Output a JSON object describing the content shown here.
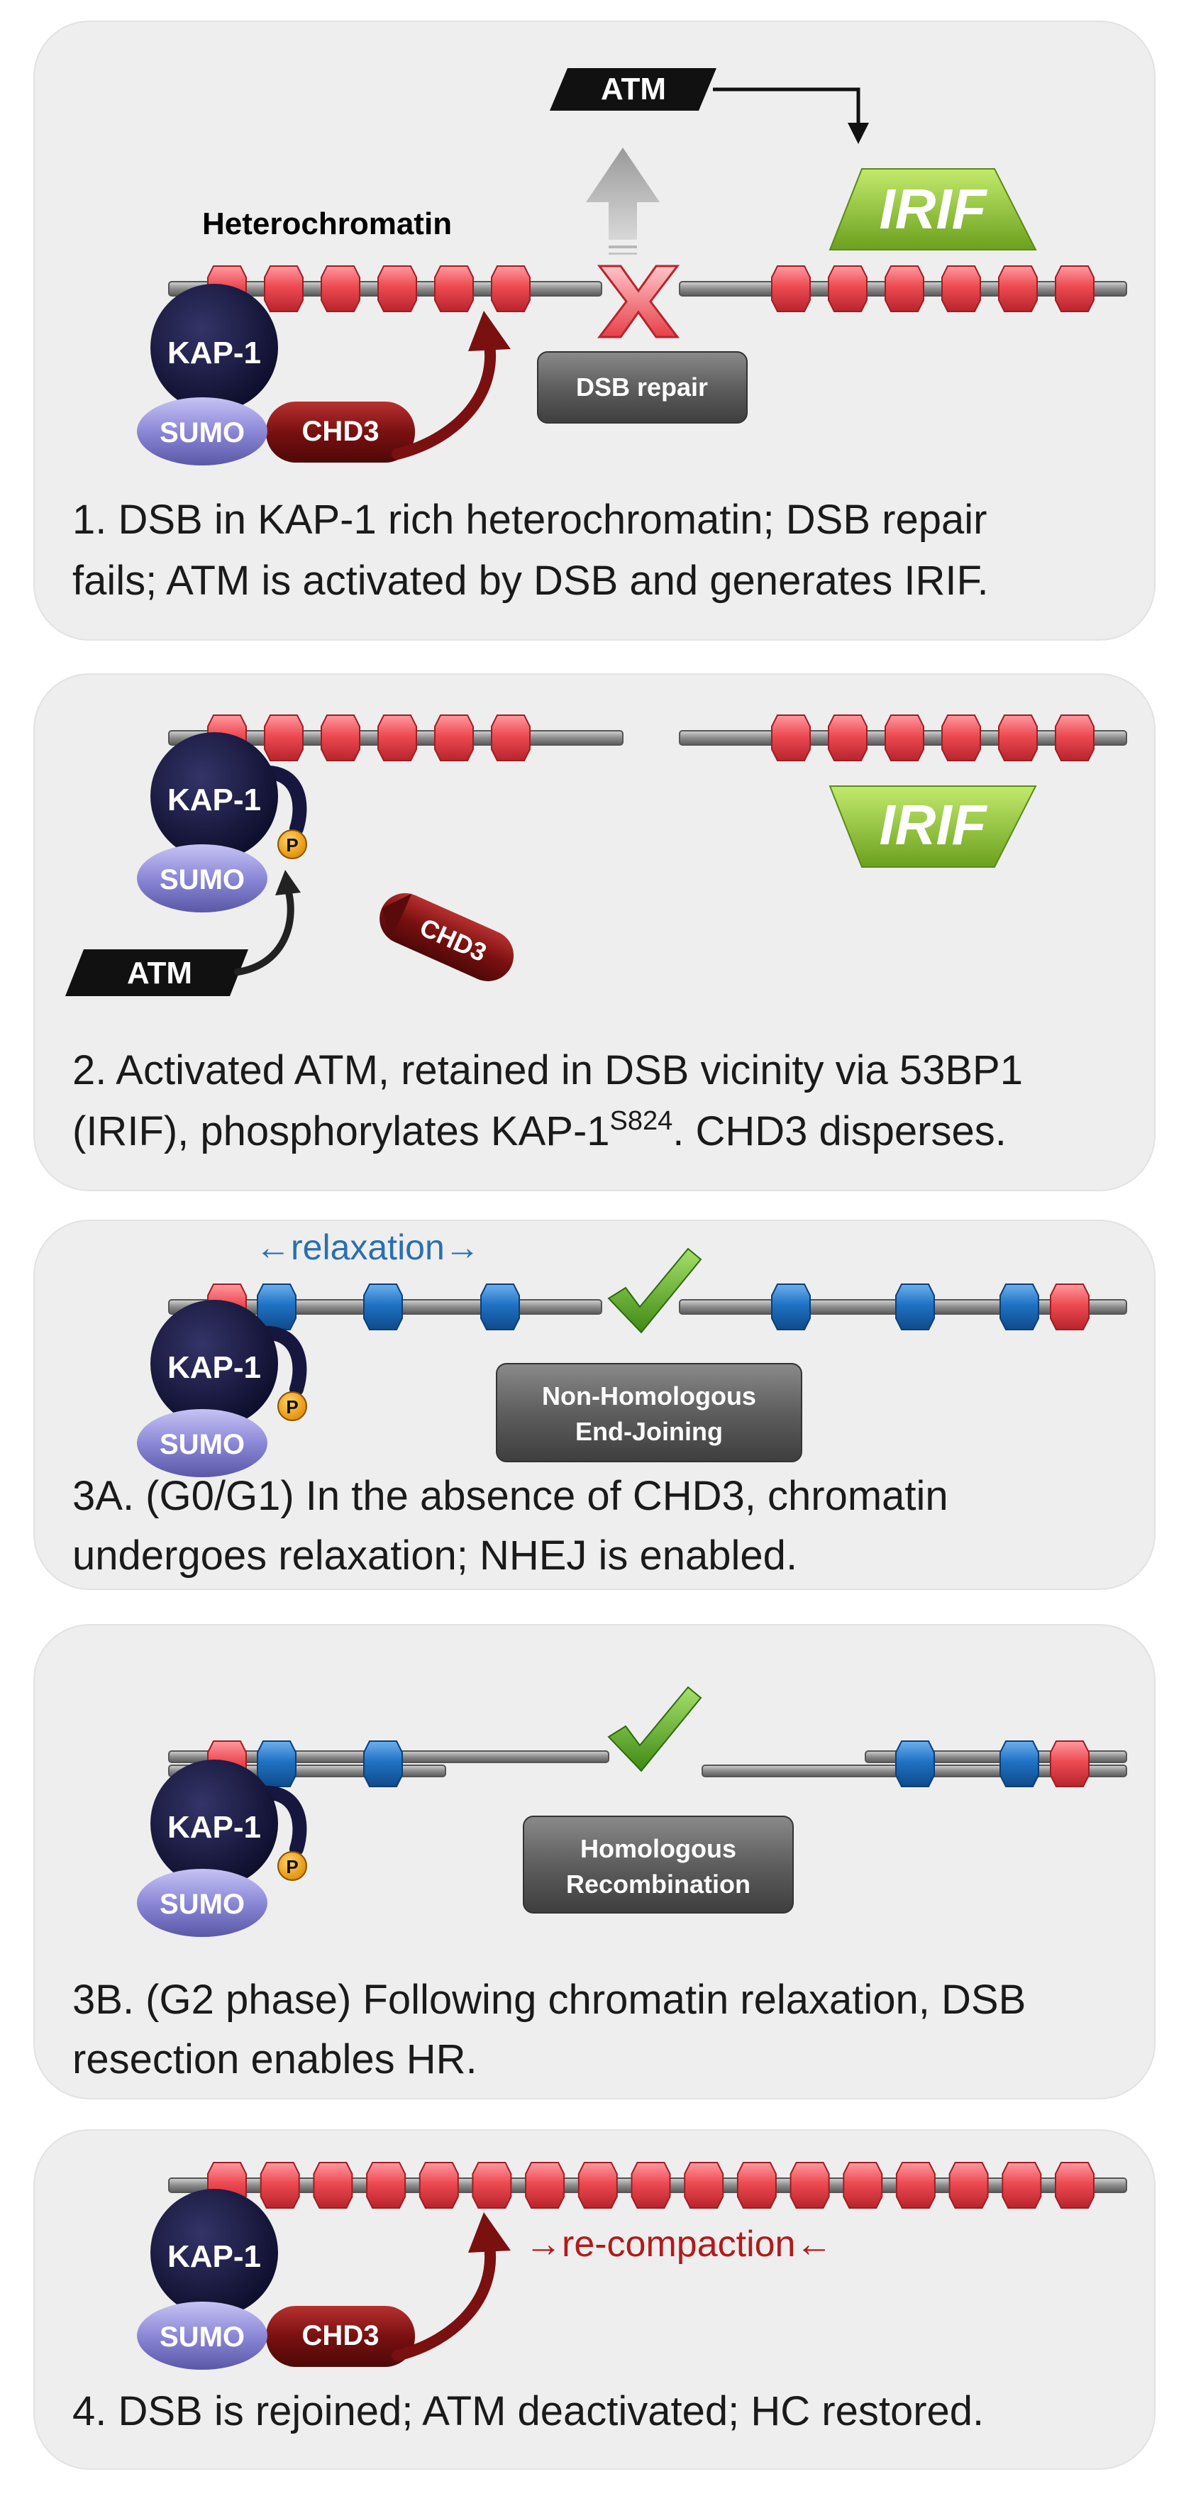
{
  "colors": {
    "red_nucleosome": "#e8474f",
    "blue_nucleosome": "#1f72c4",
    "kap1": "#16163f",
    "sumo": "#8c88d8",
    "chd3": "#7a1010",
    "irif": "#8cc63e",
    "atm": "#111111",
    "repair_box": "#5e5e5e",
    "check": "#5aa828",
    "phospho": "#f3a21a",
    "panel": "#eeeeee"
  },
  "icons": [
    "kap1-node",
    "sumo-node",
    "chd3-node",
    "atm-flag",
    "irif-trapezoid",
    "dsb-x-icon",
    "check-icon",
    "phospho-badge"
  ],
  "labels": {
    "heterochromatin": "Heterochromatin",
    "atm": "ATM",
    "irif": "IRIF",
    "kap1": "KAP-1",
    "sumo": "SUMO",
    "chd3": "CHD3",
    "p": "P",
    "dsb_repair": "DSB repair",
    "nhej_line1": "Non-Homologous",
    "nhej_line2": "End-Joining",
    "hr_line1": "Homologous",
    "hr_line2": "Recombination",
    "relaxation": "←relaxation→",
    "recompaction": "→re-compaction←"
  },
  "panels": [
    {
      "caption_lines": [
        "1. DSB in KAP-1 rich heterochromatin; DSB repair",
        "fails; ATM is activated by DSB and generates IRIF."
      ]
    },
    {
      "caption_line1": "2. Activated ATM, retained in DSB vicinity via 53BP1",
      "caption_line2_main": "(IRIF), phosphorylates KAP-1",
      "caption_line2_sup": "S824",
      "caption_line2_tail": ". CHD3 disperses."
    },
    {
      "caption_lines": [
        "3A. (G0/G1) In the absence of CHD3, chromatin",
        "undergoes relaxation; NHEJ is enabled."
      ]
    },
    {
      "caption_lines": [
        "3B. (G2 phase) Following chromatin relaxation, DSB",
        "resection enables HR."
      ]
    },
    {
      "caption_lines": [
        "4. DSB is rejoined; ATM deactivated; HC restored."
      ]
    }
  ]
}
